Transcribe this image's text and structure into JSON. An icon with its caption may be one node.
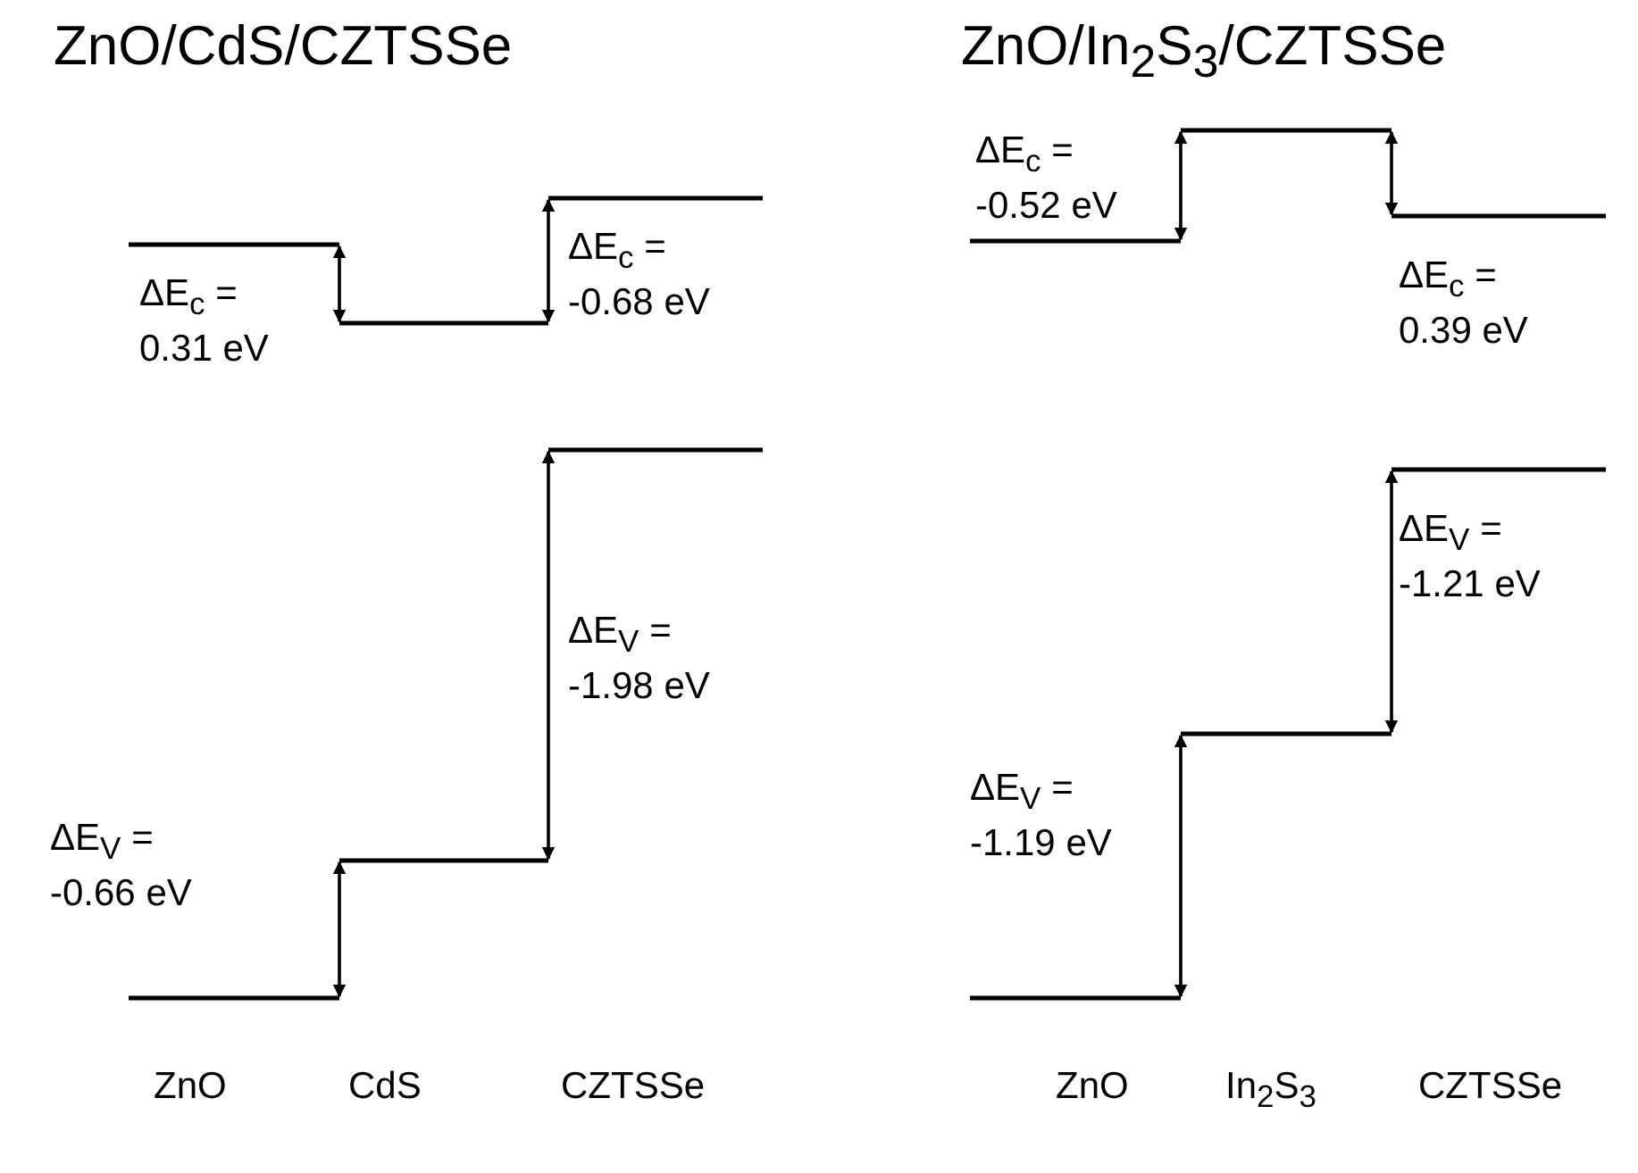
{
  "diagram": {
    "labels": [
      "ZnO/CdS/CZTSSe",
      "ΔE$_{c}$ = 0.31 eV",
      "ΔE$_{c}$ = -0.68 eV",
      "ΔE$_{V}$ = -1.98 eV",
      "ΔE$_{V}$ = -0.66 eV",
      "ZnO",
      "CdS",
      "CZTSSe",
      "ZnO/In$_{2}$S$_{3}$/CZTSSe",
      "ΔE$_{c}$ = -0.52 eV",
      "ΔE$_{c}$ = 0.39 eV",
      "ΔE$_{V}$ = -1.21 eV",
      "ΔE$_{V}$ = -1.19 eV",
      "ZnO",
      "In$_{2}$S$_{3}$",
      "CZTSSe"
    ]
  }
}
